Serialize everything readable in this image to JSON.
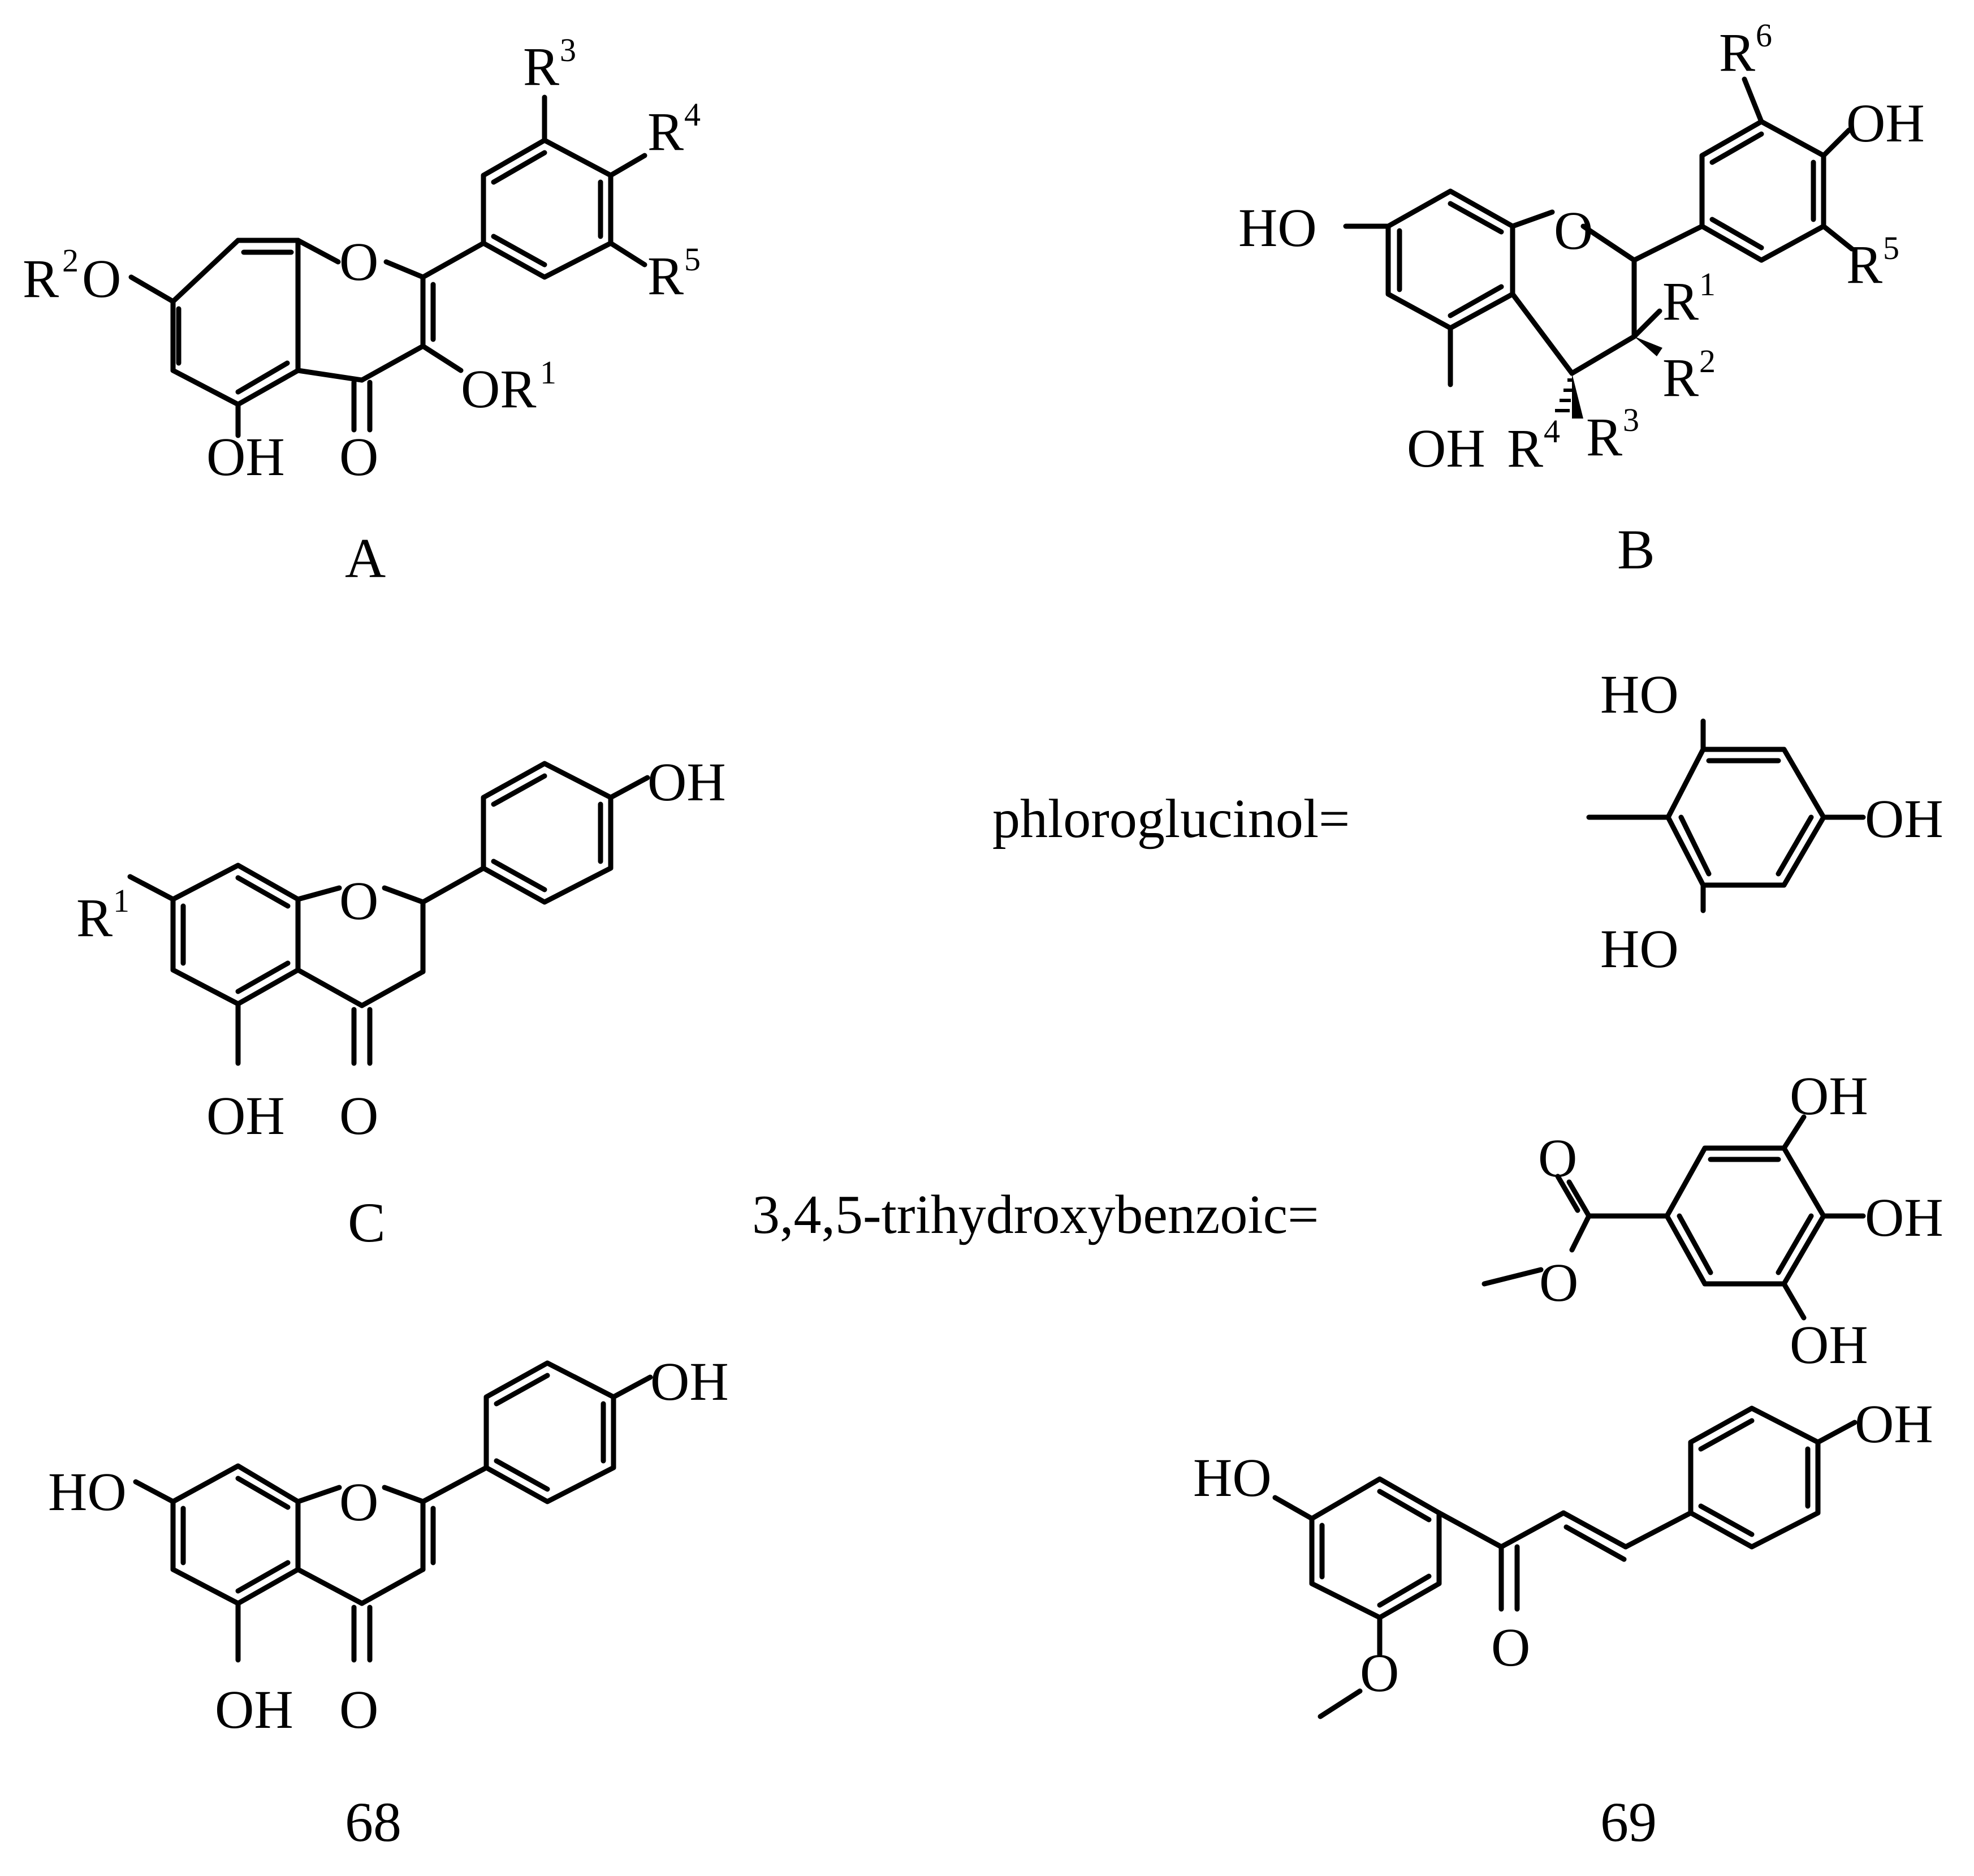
{
  "structures": {
    "A": {
      "caption": "A",
      "labels": {
        "r2o_r": "R",
        "r2o_sup": "2",
        "r2o_o": "O",
        "ring_o": "O",
        "r3": "R",
        "r3_sup": "3",
        "r4": "R",
        "r4_sup": "4",
        "r5": "R",
        "r5_sup": "5",
        "or1": "OR",
        "or1_sup": "1",
        "oh": "OH",
        "carbonyl_o": "O"
      }
    },
    "B": {
      "caption": "B",
      "labels": {
        "ho": "HO",
        "ring_o": "O",
        "r6": "R",
        "r6_sup": "6",
        "oh_top": "OH",
        "r5": "R",
        "r5_sup": "5",
        "r1": "R",
        "r1_sup": "1",
        "r2": "R",
        "r2_sup": "2",
        "r3": "R",
        "r3_sup": "3",
        "r4": "R",
        "r4_sup": "4",
        "oh_bottom": "OH"
      }
    },
    "C": {
      "caption": "C",
      "labels": {
        "r1": "R",
        "r1_sup": "1",
        "ring_o": "O",
        "oh_top": "OH",
        "oh": "OH",
        "carbonyl_o": "O"
      }
    },
    "phloroglucinol": {
      "equation_label": "phloroglucinol=",
      "labels": {
        "ho_top": "HO",
        "oh_right": "OH",
        "ho_bottom": "HO"
      }
    },
    "trihydroxybenzoic": {
      "equation_label": "3,4,5-trihydroxybenzoic=",
      "labels": {
        "oh_top": "OH",
        "oh_mid": "OH",
        "oh_bottom": "OH",
        "carbonyl_o": "O",
        "ester_o": "O"
      }
    },
    "c68": {
      "caption": "68",
      "labels": {
        "ho": "HO",
        "ring_o": "O",
        "oh_top": "OH",
        "oh": "OH",
        "carbonyl_o": "O"
      }
    },
    "c69": {
      "caption": "69",
      "labels": {
        "ho": "HO",
        "oh": "OH",
        "carbonyl_o": "O",
        "methoxy_o": "O"
      }
    }
  }
}
